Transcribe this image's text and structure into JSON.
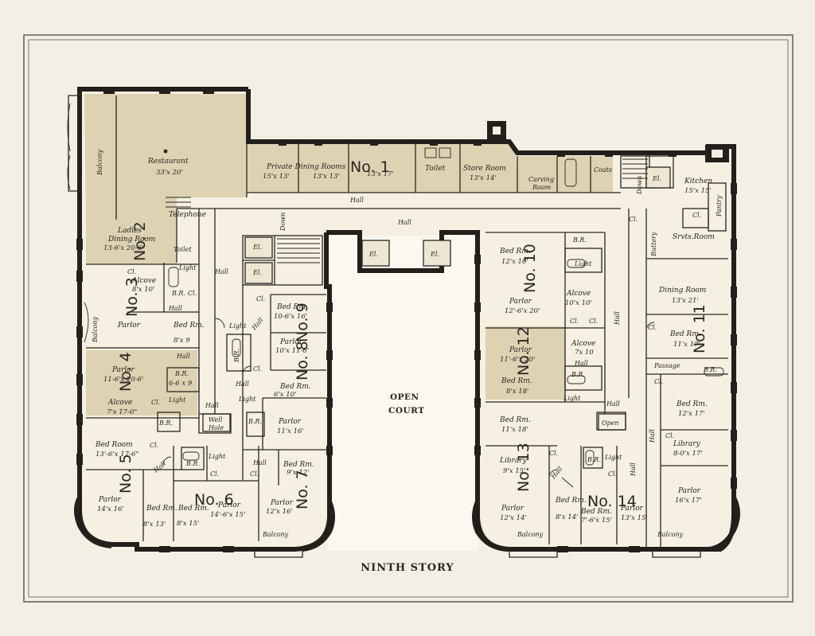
{
  "title": "NINTH STORY",
  "court": [
    "OPEN",
    "COURT"
  ],
  "suite_numbers": [
    "No. 1",
    "No. 2",
    "No. 3",
    "No. 4",
    "No. 5",
    "No. 6",
    "No. 7",
    "No. 8",
    "No. 9",
    "No. 10",
    "No. 11",
    "No. 12",
    "No. 13",
    "No. 14"
  ],
  "public": {
    "restaurant": "Restaurant",
    "restaurant_dim": "33'x 20'",
    "balcony": "Balcony",
    "private_dining": "Private Dining Rooms",
    "pd1": "15'x 13'",
    "pd2": "13'x 13'",
    "pd3": "13'x 17'",
    "toilet": "Toilet",
    "store_room": "Store Room",
    "store_dim": "13'x 14'",
    "carving": "Carving",
    "carving2": "Room",
    "coats": "Coats",
    "down": "Down",
    "el": "El.",
    "kitchen": "Kitchen",
    "kitchen_dim": "15'x 15'",
    "pantry": "Pantry",
    "buttery": "Buttery",
    "servants_room": "Srvts.Room",
    "dining_room": "Dining Room",
    "dining_dim": "13'x 21'",
    "passage": "Passage",
    "telephone": "Telephone",
    "hall": "Hall",
    "ladies": "Ladies",
    "ladies2": "Dining Room",
    "ladies_dim": "13-6'x 20-6'",
    "well": "Well",
    "hole": "Hole",
    "open": "Open"
  },
  "rooms": {
    "alcove": "Alcove",
    "parlor": "Parlor",
    "bed_rm": "Bed Rm.",
    "bed_room": "Bed Room",
    "library": "Library",
    "light": "Light",
    "cl": "Cl.",
    "br": "B.R.",
    "alcove3_dim": "8'x 10'",
    "bed3_dim": "8'x 9",
    "parlor4_dim": "11-6'x 20-6'",
    "alcove4_dim": "7'x 17-0\"",
    "br4_dim": "6-6 x 9",
    "bed5_dim": "13'-6'x 17-6\"",
    "parlor5_dim": "14'x 16'",
    "bed5b_dim": "8'x 13'",
    "bed6_dim": "8'x 15'",
    "parlor6_dim": "14'-6'x 15'",
    "parlor7_dim": "12'x 16'",
    "bed7_dim": "9'x 12'",
    "bed8_dim": "6'x 10'",
    "parlor8_dim": "11'x 16'",
    "bed9_dim": "10-6'x 16'",
    "parlor9_dim": "10'x 11-6'",
    "bed10_dim": "12'x 16'",
    "parlor10_dim": "12'-6'x 20'",
    "alcove10_dim": "10'x 10'",
    "parlor12_dim": "11'-6'x 20'",
    "alcove12_dim": "7x 10",
    "bed12_dim": "8'x 18'",
    "bed13_dim": "11'x 18'",
    "library13_dim": "9'x 15'",
    "parlor13_dim": "12'x 14'",
    "bed14a_dim": "8'x 14'",
    "bed14b_dim": "7'-6'x 15'",
    "parlor14_dim": "13'x 15'",
    "bed11_dim": "11'x 17'",
    "bed11b_dim": "12'x 17'",
    "library11_dim": "8-0'x 17'",
    "parlor11_dim": "16'x 17'"
  }
}
